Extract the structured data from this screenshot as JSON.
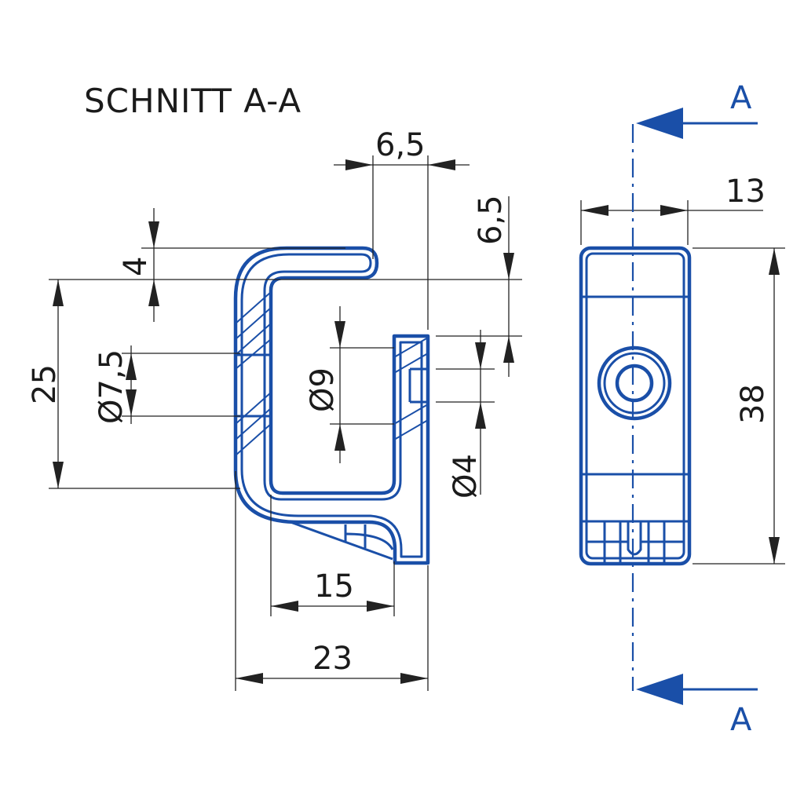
{
  "title": "SCHNITT A-A",
  "section_markers": {
    "top": "A",
    "bottom": "A"
  },
  "dimensions": {
    "wall_offset": "6,5",
    "vertical_offset": "6,5",
    "thickness": "4",
    "inner_height": "25",
    "bore_large": "Ø7,5",
    "bore_inner": "Ø9",
    "bore_small": "Ø4",
    "inner_width": "15",
    "overall_width": "23",
    "side_width": "13",
    "side_height": "38"
  },
  "colors": {
    "part_outline": "#1a4fa8",
    "dimension_lines": "#222222"
  }
}
